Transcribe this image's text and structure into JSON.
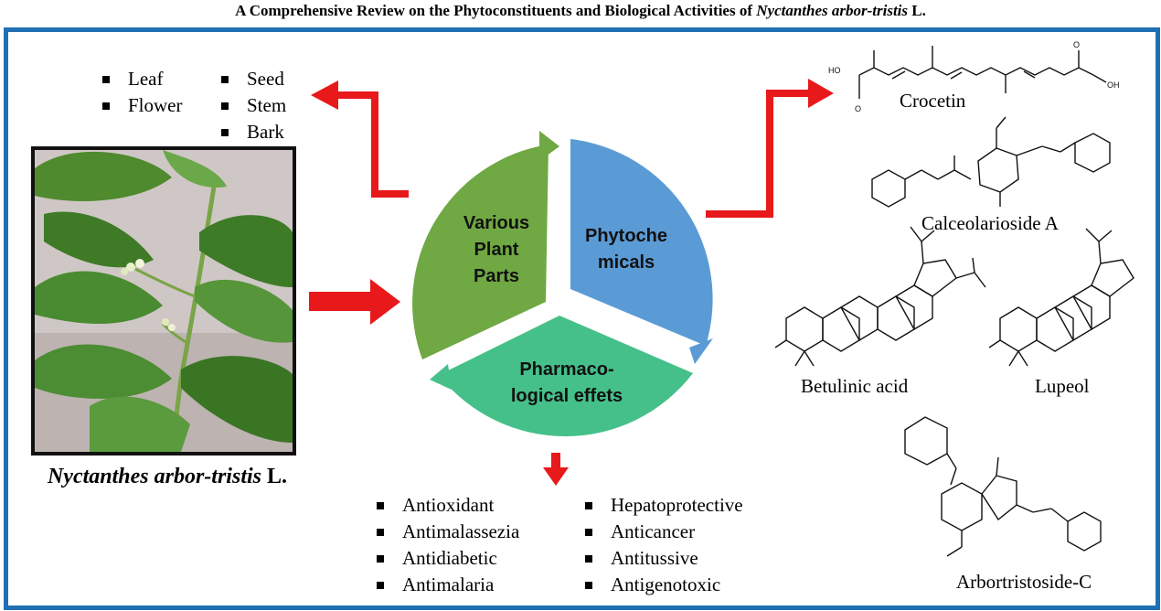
{
  "title": {
    "prefix": "A Comprehensive  Review on the Phytoconstituents  and Biological Activities  of",
    "species": "Nyctanthes arbor-tristis",
    "suffix": "L."
  },
  "plant": {
    "caption_species": "Nyctanthes arbor-tristis",
    "caption_suffix": "L."
  },
  "plant_parts": {
    "col1": [
      "Leaf",
      "Flower"
    ],
    "col2": [
      "Seed",
      "Stem",
      "Bark"
    ]
  },
  "cycle": {
    "segments": [
      {
        "label_lines": [
          "Various",
          "Plant",
          "Parts"
        ],
        "color": "#70a843"
      },
      {
        "label_lines": [
          "Phytoche",
          "micals"
        ],
        "color": "#5b9bd5"
      },
      {
        "label_lines": [
          "Pharmaco-",
          "logical effets"
        ],
        "color": "#45c08a"
      }
    ]
  },
  "activities": {
    "col1": [
      "Antioxidant",
      "Antimalassezia",
      "Antidiabetic",
      "Antimalaria"
    ],
    "col2": [
      "Hepatoprotective",
      "Anticancer",
      "Antitussive",
      "Antigenotoxic"
    ]
  },
  "compounds": {
    "crocetin": "Crocetin",
    "calceolarioside": "Calceolarioside A",
    "betulinic": "Betulinic acid",
    "lupeol": "Lupeol",
    "arbortristoside": "Arbortristoside-C"
  },
  "atom_labels": {
    "ho": "HO",
    "oh": "OH",
    "o": "O"
  },
  "colors": {
    "frame": "#1f6fb3",
    "arrow": "#e8191b",
    "green": "#70a843",
    "blue": "#5b9bd5",
    "teal": "#45c08a"
  }
}
